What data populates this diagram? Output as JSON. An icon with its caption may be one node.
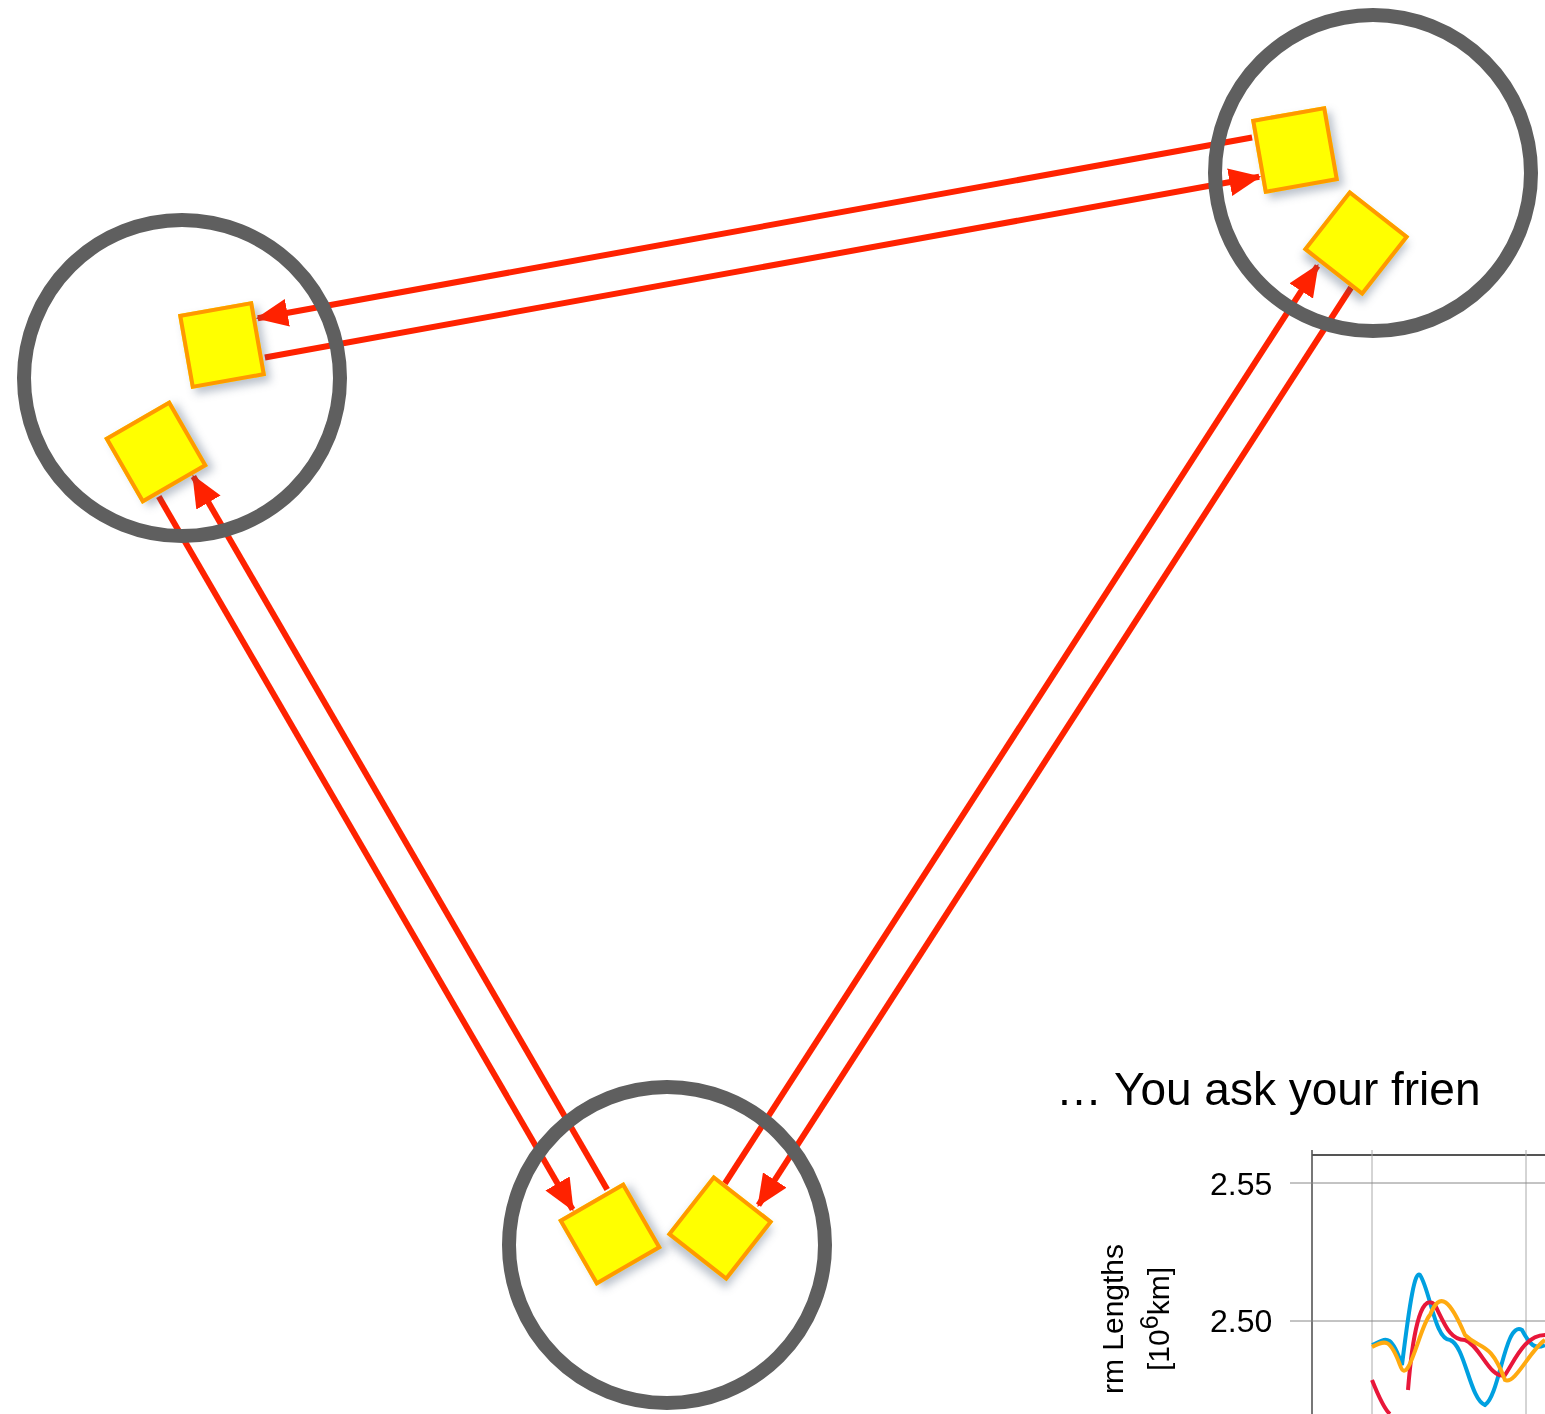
{
  "diagram": {
    "nodes": [
      {
        "text": [],
        "shape": "circle"
      },
      {
        "text": [],
        "shape": "box",
        "in": 0
      },
      {
        "text": [],
        "shape": "box",
        "in": 0
      },
      {
        "text": [],
        "shape": "circle"
      },
      {
        "text": [],
        "shape": "box",
        "in": 3
      },
      {
        "text": [],
        "shape": "box",
        "in": 3
      },
      {
        "text": [],
        "shape": "circle"
      },
      {
        "text": [],
        "shape": "box",
        "in": 6
      },
      {
        "text": [],
        "shape": "box",
        "in": 6
      }
    ],
    "edges": [
      {
        "from": 4,
        "to": 1,
        "arrow": "to"
      },
      {
        "from": 1,
        "to": 4,
        "arrow": "to"
      },
      {
        "from": 7,
        "to": 2,
        "arrow": "to"
      },
      {
        "from": 2,
        "to": 7,
        "arrow": "to"
      },
      {
        "from": 8,
        "to": 5,
        "arrow": "to"
      },
      {
        "from": 5,
        "to": 8,
        "arrow": "to"
      }
    ],
    "labels": [
      "… You ask your frien",
      "2.55",
      "rm Lengths [10$^{6}$km]",
      "2.50"
    ]
  }
}
